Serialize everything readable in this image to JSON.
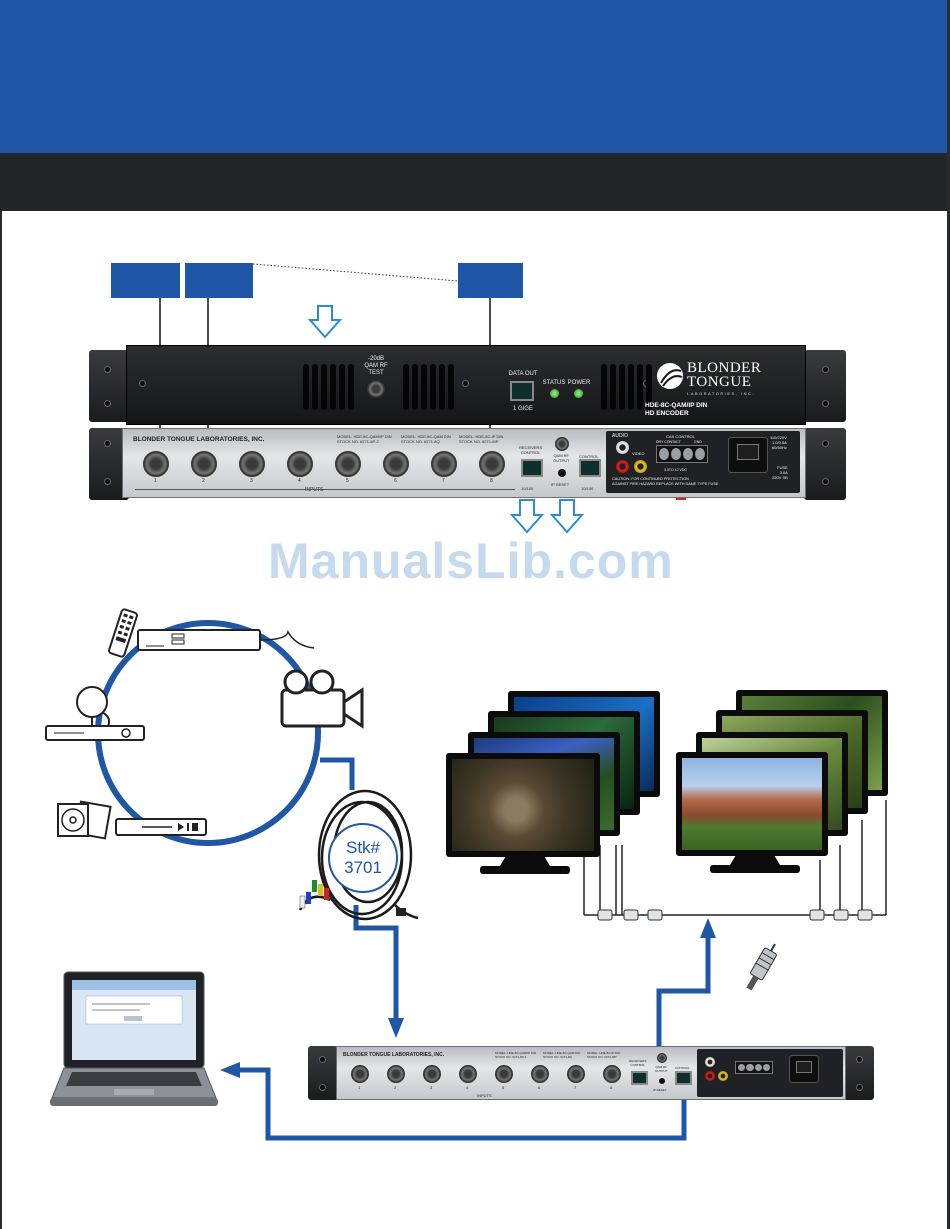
{
  "device": {
    "brand_line1": "BLONDER",
    "brand_line2": "TONGUE",
    "brand_sub": "LABORATORIES, INC.",
    "model_line1": "HDE-8C-QAM/IP DIN",
    "model_line2": "HD ENCODER",
    "rf_test_label_1": "-20dB",
    "rf_test_label_2": "QAM RF",
    "rf_test_label_3": "TEST",
    "data_out_label": "DATA OUT",
    "data_out_speed": "1 GIGE",
    "status_label": "STATUS",
    "power_label": "POWER",
    "rear_company": "BLONDER TONGUE LABORATORIES, INC.",
    "model_options": [
      "MODEL: HDE-8C-QAM/IP DIN\nSTOCK NO. 6271-8P-2",
      "MODEL: HDE-8C-QAM DIN\nSTOCK NO. 6271-8Q",
      "MODEL: HDE-8C-IP DIN\nSTOCK NO. 6271-8IP"
    ],
    "input_numbers": [
      "1",
      "2",
      "3",
      "4",
      "5",
      "6",
      "7",
      "8"
    ],
    "inputs_label": "INPUTS",
    "receivers_control": "RECEIVERS\nCONTROL",
    "qam_rf_output": "QAM RF\nOUTPUT",
    "ip_reset": "IP RESET",
    "control_label": "CONTROL",
    "port_speed": "10/100",
    "audio_label": "AUDIO",
    "video_label": "VIDEO",
    "cas_control": "CAS CONTROL",
    "dry_contact": "DRY CONTACT",
    "gnd_label": "GND",
    "cas_voltage": "3.3TO 12 VDC",
    "caution": "CAUTION: FOR CONTINUED PROTECTION\nAGAINST FIRE HAZARD REPLACE WITH SAME TYPE FUSE",
    "power_rating": "110/220V\n1.0/0.5A\n60/50Hz",
    "fuse_rating": "FUSE\n3.0A\n250V SB"
  },
  "watermark": "ManualsLib.com",
  "cable_tag": "Stk#\n3701",
  "colors": {
    "accent_blue": "#1f56a6",
    "dark_band": "#242528",
    "arrow_outline": "#2a8dd4",
    "highlight_red": "#e02020"
  },
  "icons": [
    "remote-control-icon",
    "set-top-box-icon",
    "satellite-receiver-icon",
    "video-camera-icon",
    "dvd-disc-icon",
    "dvd-player-icon",
    "laptop-icon",
    "tv-monitor-icon",
    "coax-connector-icon",
    "av-cable-icon"
  ]
}
